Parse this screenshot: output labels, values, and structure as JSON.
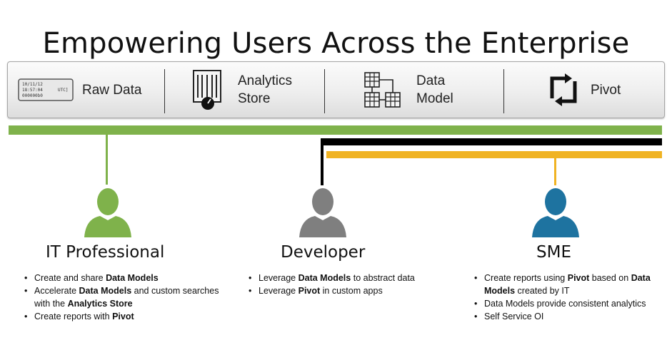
{
  "title": "Empowering Users Across the Enterprise",
  "stages": [
    {
      "label": "Raw Data",
      "icon": "raw-data-icon",
      "raw_lines": [
        "10/11/12",
        "18:57:04",
        "UTC]",
        "000000b0"
      ]
    },
    {
      "label_line1": "Analytics",
      "label_line2": "Store",
      "icon": "analytics-store-icon"
    },
    {
      "label_line1": "Data",
      "label_line2": "Model",
      "icon": "data-model-icon"
    },
    {
      "label": "Pivot",
      "icon": "pivot-icon"
    }
  ],
  "colors": {
    "it_professional": "#7fb24b",
    "developer": "#000000",
    "sme": "#f0b323",
    "sme_person": "#1e73a0",
    "developer_person": "#7f7f7f"
  },
  "personas": {
    "it": {
      "label": "IT Professional",
      "bullets": [
        [
          {
            "t": "Create and share "
          },
          {
            "t": "Data Models",
            "b": true
          }
        ],
        [
          {
            "t": "Accelerate "
          },
          {
            "t": "Data Models",
            "b": true
          },
          {
            "t": " and custom searches with the "
          },
          {
            "t": "Analytics Store",
            "b": true
          }
        ],
        [
          {
            "t": "Create reports with "
          },
          {
            "t": "Pivot",
            "b": true
          }
        ]
      ]
    },
    "dev": {
      "label": "Developer",
      "bullets": [
        [
          {
            "t": "Leverage "
          },
          {
            "t": "Data Models",
            "b": true
          },
          {
            "t": " to abstract data"
          }
        ],
        [
          {
            "t": "Leverage "
          },
          {
            "t": "Pivot",
            "b": true
          },
          {
            "t": " in custom apps"
          }
        ]
      ]
    },
    "sme": {
      "label": "SME",
      "bullets": [
        [
          {
            "t": "Create reports using "
          },
          {
            "t": "Pivot",
            "b": true
          },
          {
            "t": " based on "
          },
          {
            "t": "Data Models",
            "b": true
          },
          {
            "t": " created by IT"
          }
        ],
        [
          {
            "t": "Data Models provide consistent analytics"
          }
        ],
        [
          {
            "t": "Self Service OI"
          }
        ]
      ]
    }
  }
}
